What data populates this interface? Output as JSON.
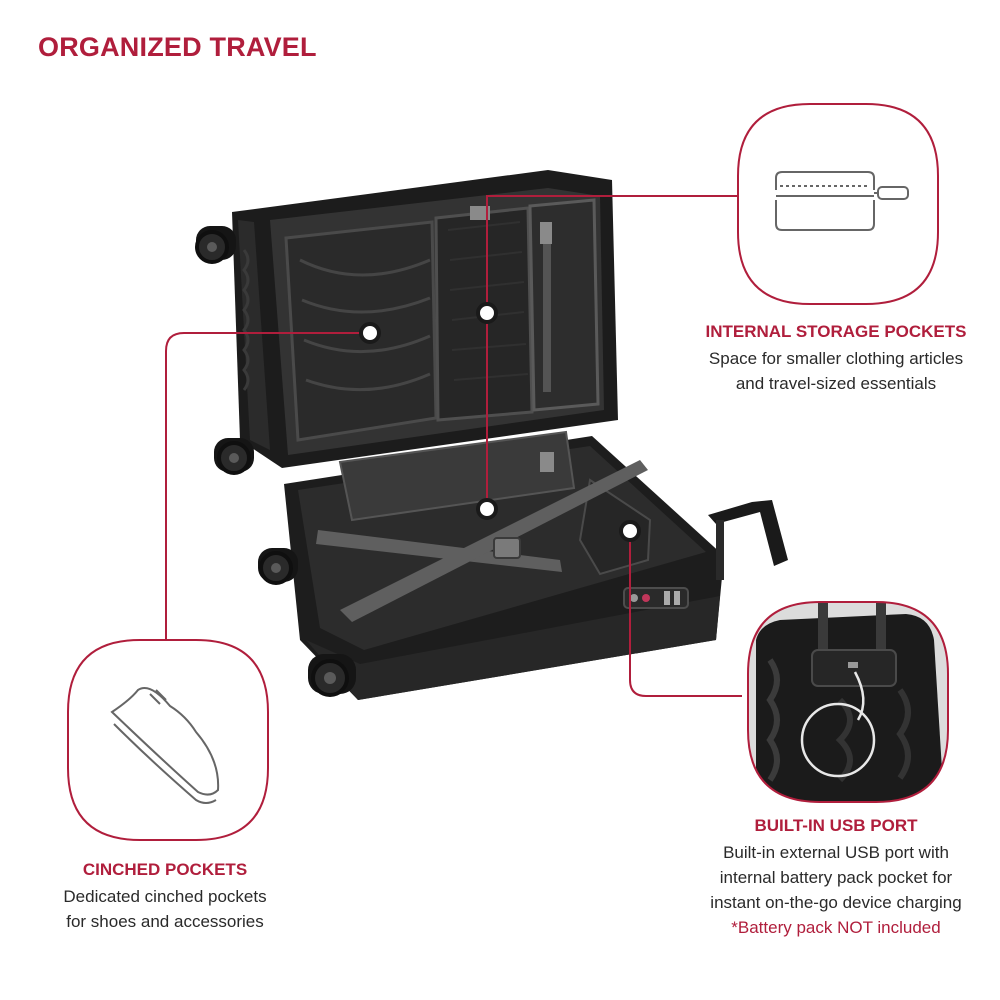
{
  "header": {
    "title": "ORGANIZED TRAVEL"
  },
  "features": {
    "storage": {
      "title": "INTERNAL STORAGE POCKETS",
      "lines": [
        "Space for smaller clothing articles",
        "and travel-sized essentials"
      ],
      "icon": "zipper-pocket-icon"
    },
    "usb": {
      "title": "BUILT-IN USB PORT",
      "lines": [
        "Built-in external USB port with",
        "internal battery pack pocket for",
        "instant on-the-go device charging"
      ],
      "note": "*Battery pack NOT included",
      "icon": "usb-port-photo"
    },
    "cinched": {
      "title": "CINCHED POCKETS",
      "lines": [
        "Dedicated cinched pockets",
        "for shoes and accessories"
      ],
      "icon": "sneaker-icon"
    }
  },
  "colors": {
    "accent": "#b01e3c",
    "case": "#1f1f1f",
    "lining": "#3a3a3a",
    "strap": "#5f5f5f"
  }
}
